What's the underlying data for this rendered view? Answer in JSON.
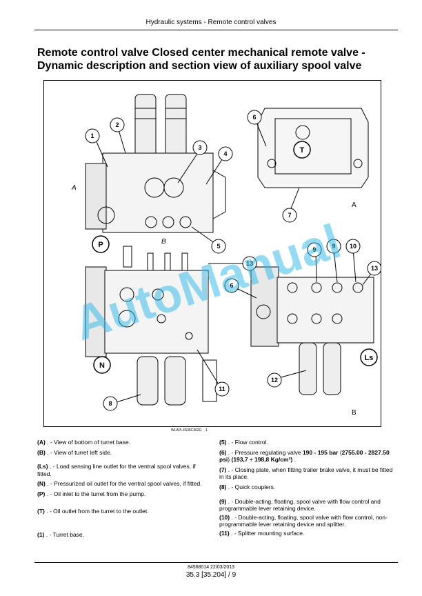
{
  "header": {
    "text": "Hydraulic systems - Remote control valves"
  },
  "title": "Remote control valve Closed center mechanical remote valve - Dynamic description and section view of auxiliary spool valve",
  "figure": {
    "id": "WLAPL4S35C302G",
    "number": "1",
    "watermark": "AutoManual",
    "callouts": [
      "1",
      "2",
      "3",
      "4",
      "5",
      "6",
      "7",
      "6",
      "8",
      "9",
      "9",
      "10",
      "11",
      "12",
      "13",
      "13",
      "P",
      "T",
      "N",
      "Ls"
    ],
    "view_labels": [
      "A",
      "A",
      "B",
      "B"
    ]
  },
  "legend_left": [
    {
      "code": "(A)",
      "text": " . - View of bottom of turret base."
    },
    {
      "code": "(B)",
      "text": " . - View of turret left side."
    },
    {
      "code": "(Ls)",
      "text": " . - Load sensing line outlet for the ventral spool valves, if fitted."
    },
    {
      "code": "(N)",
      "text": " . - Pressurized oil outlet for the ventral spool valves, if fitted."
    },
    {
      "code": "(P)",
      "text": " . - Oil inlet to the turret from the pump."
    },
    {
      "code": "(T)",
      "text": " . - Oil outlet from the turret to the outlet."
    },
    {
      "code": "(1)",
      "text": " . - Turret base."
    }
  ],
  "legend_right": [
    {
      "code": "(5)",
      "text": " . - Flow control."
    },
    {
      "code": "(6)",
      "text": " . - Pressure regulating valve ",
      "bold1": "190 - 195 bar",
      "mid": " (",
      "bold2": "2755.00 - 2827.50 psi",
      "mid2": ") ",
      "bold3": "(193,7 ÷ 198,8 Kg/cm²)",
      "tail": " ."
    },
    {
      "code": "(7)",
      "text": " . - Closing plate, when fitting trailer brake valve, it must be fitted in its place."
    },
    {
      "code": "(8)",
      "text": " . - Quick couplers."
    },
    {
      "code": "(9)",
      "text": " . - Double-acting, floating, spool valve with flow control and programmable lever retaining device."
    },
    {
      "code": "(10)",
      "text": " . - Double-acting, floating, spool valve with flow control, non-programmable lever retaining device and splitter."
    },
    {
      "code": "(11)",
      "text": " . - Splitter mounting surface."
    }
  ],
  "footer": {
    "doc": "84568014 22/03/2013",
    "page": "35.3 [35.204] / 9"
  }
}
